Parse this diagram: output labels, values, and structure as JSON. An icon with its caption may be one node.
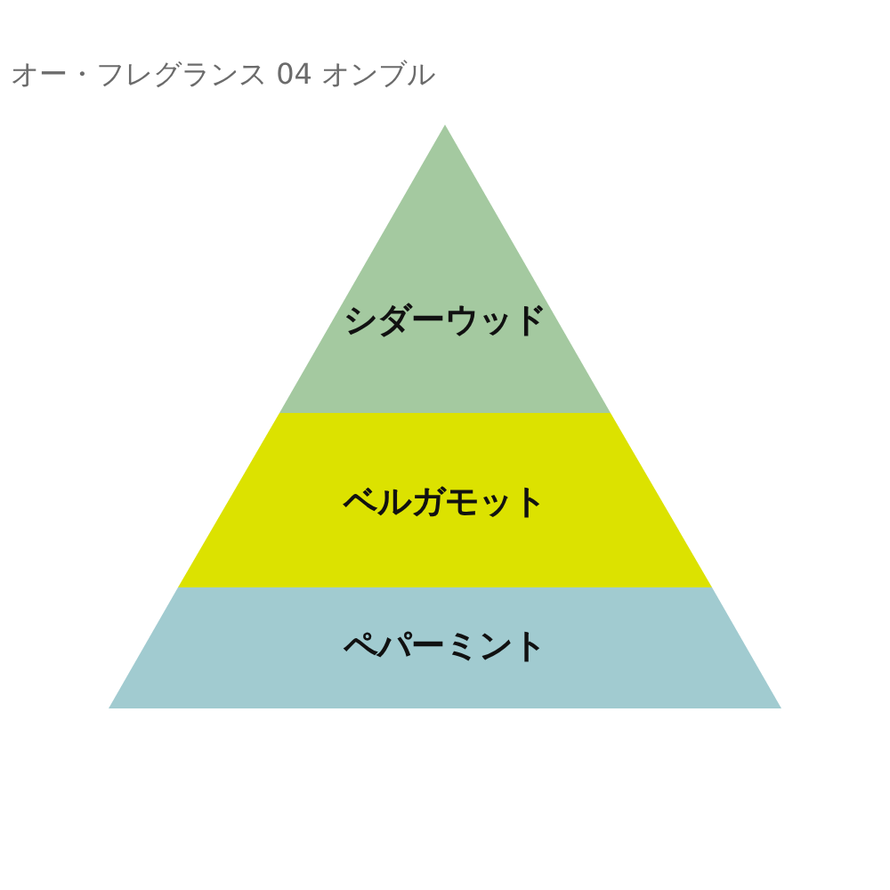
{
  "diagram": {
    "title": "オー・フレグランス 04 オンブル",
    "nodes": [
      {
        "text": [
          "シダーウッド"
        ]
      },
      {
        "text": [
          "ベルガモット"
        ]
      },
      {
        "text": [
          "ペパーミント"
        ]
      }
    ]
  }
}
